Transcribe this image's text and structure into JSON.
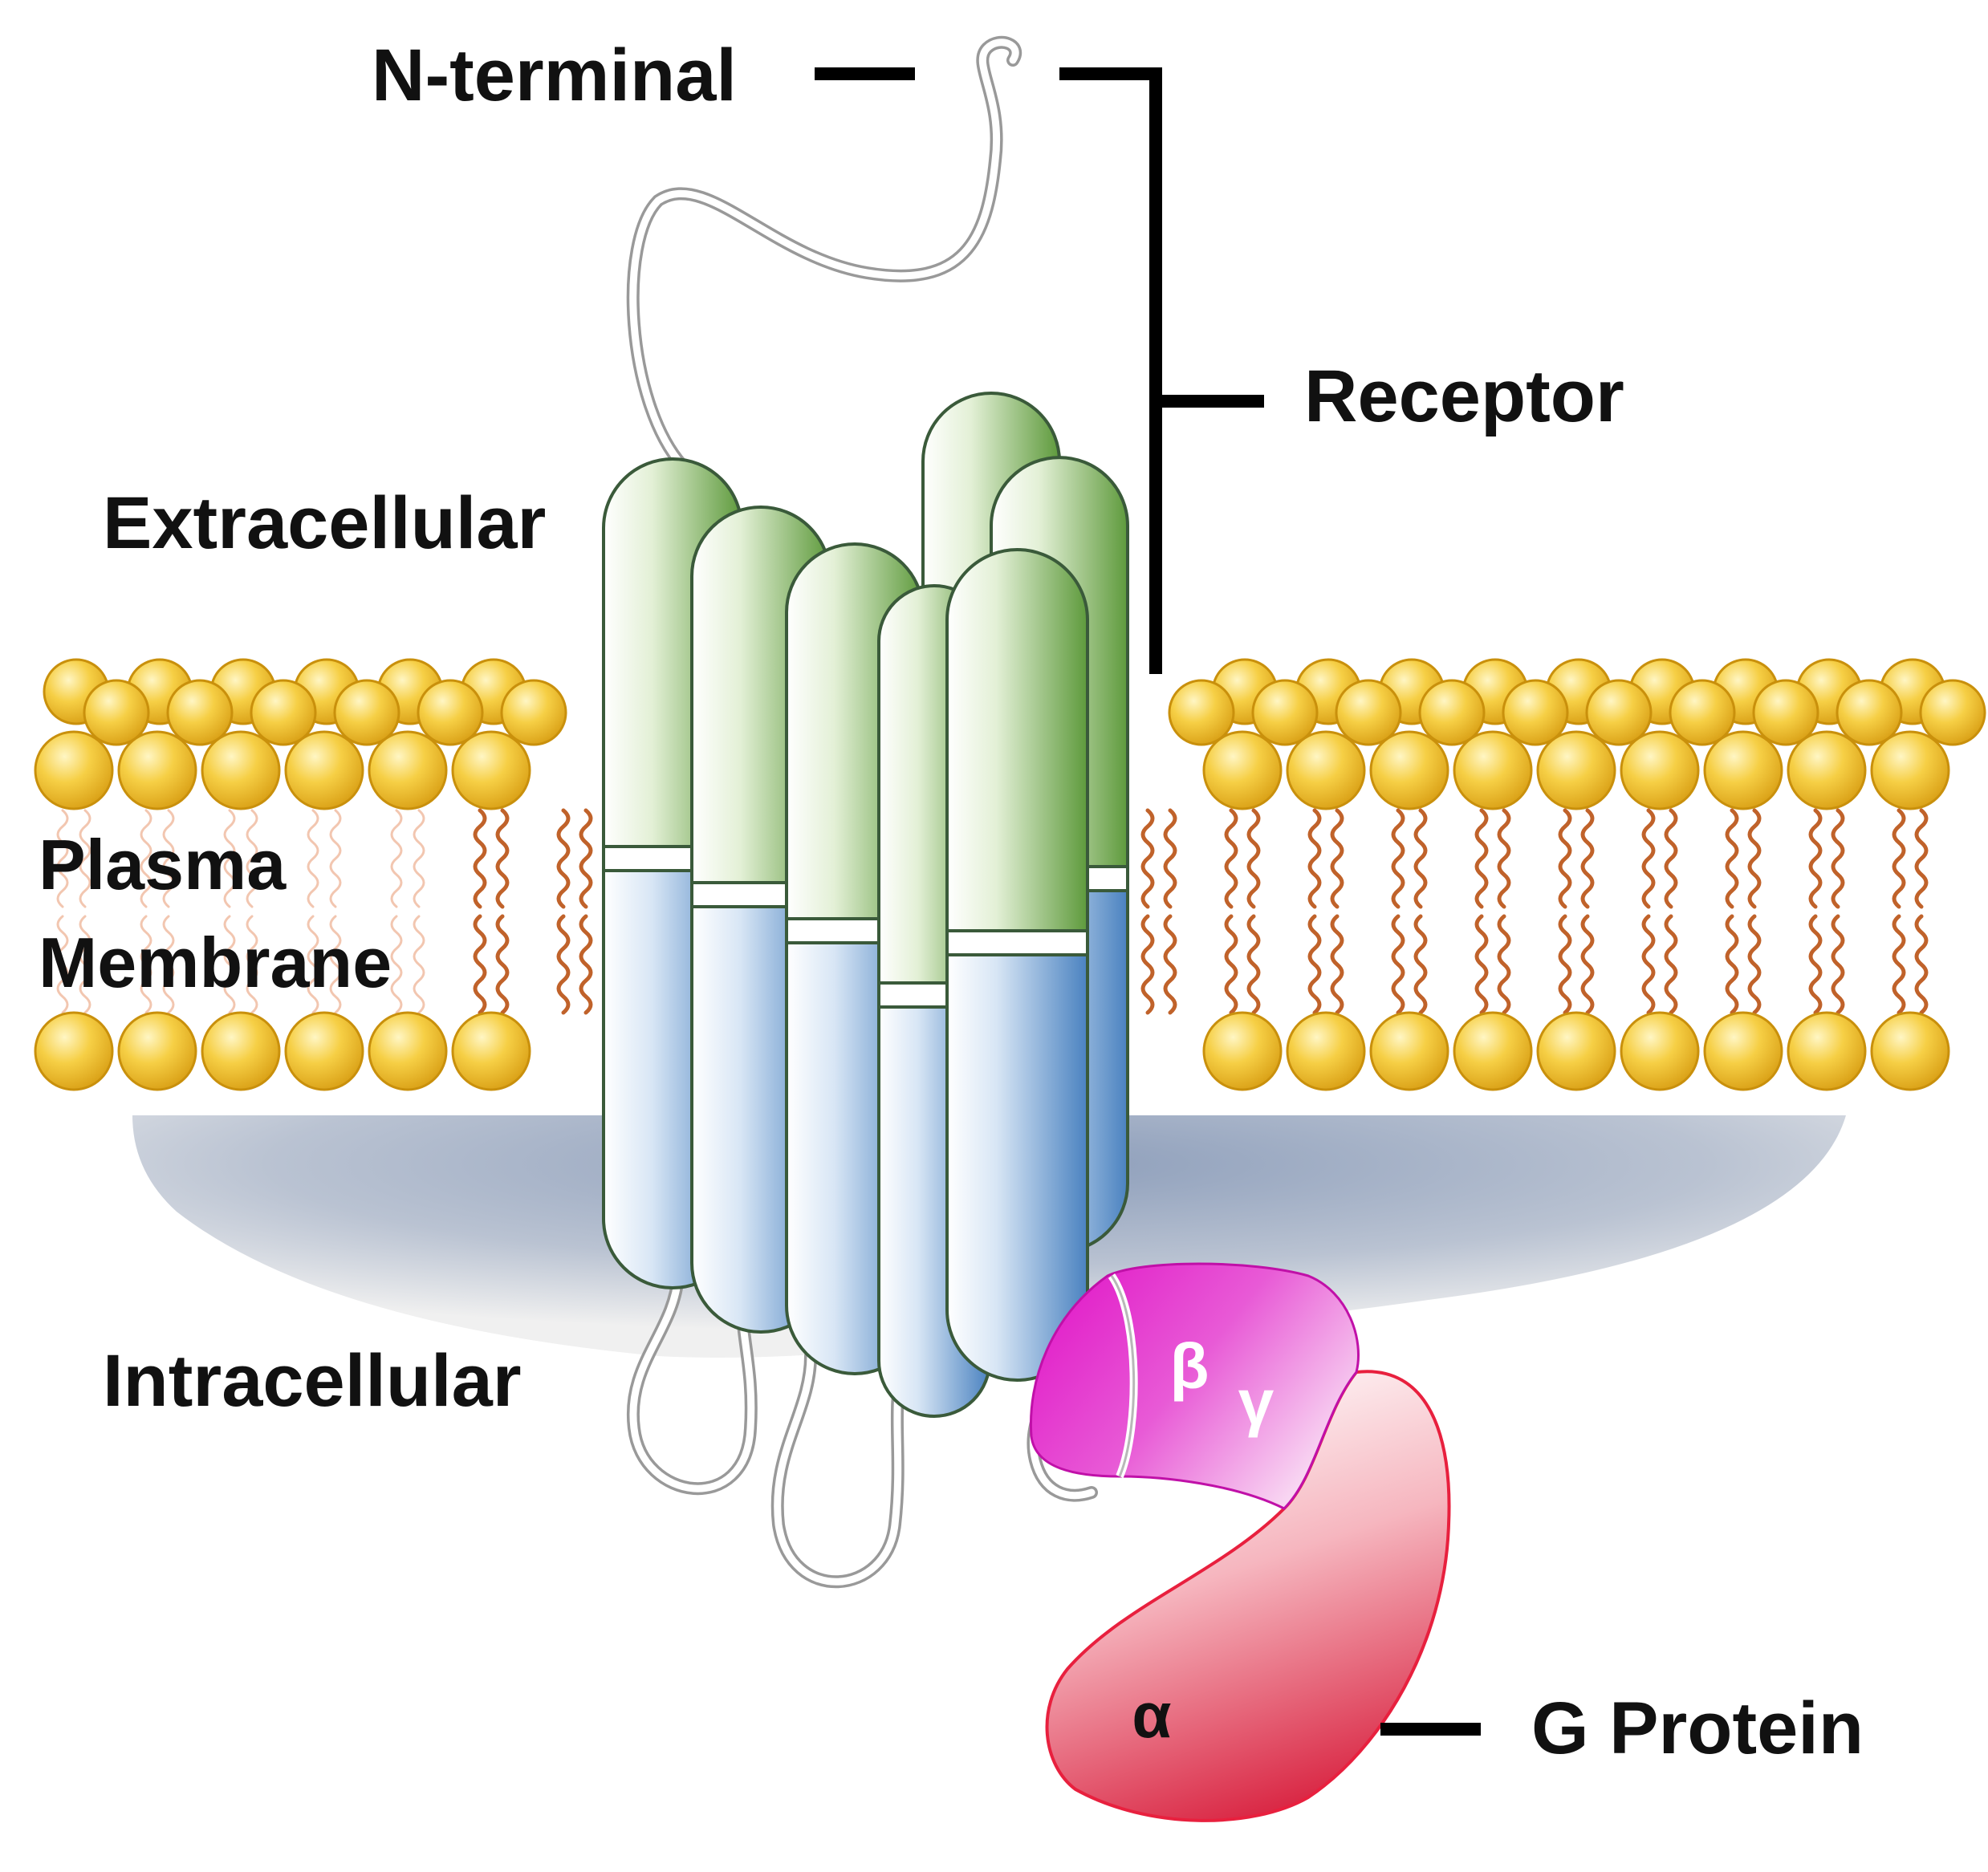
{
  "labels": {
    "n_terminal": "N-terminal",
    "receptor": "Receptor",
    "extracellular": "Extracellular",
    "plasma": "Plasma",
    "membrane": "Membrane",
    "intracellular": "Intracellular",
    "g_protein": "G Protein",
    "beta": "β",
    "gamma": "γ",
    "alpha": "α"
  },
  "colors": {
    "lipid_head": "#f2c22e",
    "lipid_tail": "#c0622a",
    "helix_green": "#5e9a3c",
    "helix_blue": "#4f86c0",
    "beta_gamma": "#e020c8",
    "alpha": "#e0405a",
    "bracket": "#000000"
  },
  "icons": {
    "receptor": "gpcr-7tm-helix-bundle",
    "membrane": "phospholipid-bilayer",
    "g_protein": "heterotrimeric-g-protein"
  }
}
